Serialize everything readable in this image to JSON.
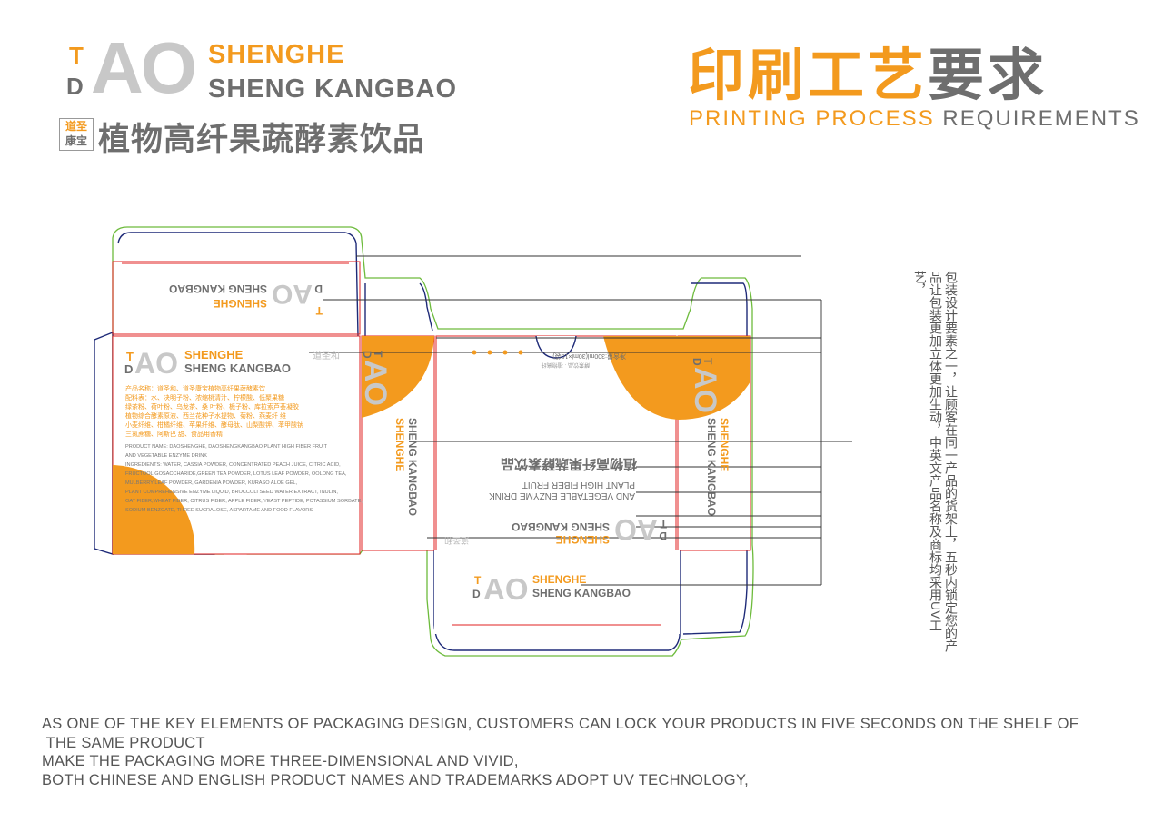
{
  "header": {
    "logo": {
      "t": "T",
      "d": "D",
      "ao": "AO",
      "shenghe": "SHENGHE",
      "kangbao": "SHENG KANGBAO"
    },
    "seal": {
      "top": "道圣",
      "bottom": "康宝"
    },
    "product_name_cn": "植物高纤果蔬酵素饮品"
  },
  "title": {
    "cn_part1": "印刷工艺",
    "cn_part2": "要求",
    "en_part1": "PRINTING PROCESS",
    "en_part2": " REQUIREMENTS"
  },
  "note_cn": "包装设计要素之一，让顾客在同一产品的货架上，五秒内锁定您的产品让包装更加立体更加生动，中英文产品名称及商标均采用UV工艺，",
  "box": {
    "side_panel": {
      "t": "T",
      "d": "D",
      "ao": "AO",
      "shenghe": "SHENGHE",
      "kangbao": "SHENG KANGBAO",
      "brand_small": "道圣和",
      "cn_lines": [
        "产品名称：道圣和、道圣康宝植物高纤果蔬酵素饮",
        "配料表：水、决明子粉、浓缩桃清汁、柠檬酸、低聚果糖",
        "绿茶粉、荷叶粉、乌龙茶、桑 叶粉、栀子粉、库拉索芦荟凝胶",
        "植物综合酵素原液、西兰花种子水提物、菊粉、燕麦纤 维",
        "小麦纤维、柑橘纤维、苹果纤维、酵母肽、山梨酸钾、苯甲酸钠",
        "三氯蔗糖、阿斯巴 甜、食品用香精"
      ],
      "en_lines": [
        "PRODUCT NAME: DAOSHENGHE, DAOSHENGKANGBAO PLANT HIGH FIBER FRUIT",
        "AND VEGETABLE ENZYME DRINK",
        "INGREDIENTS: WATER, CASSIA POWDER, CONCENTRATED PEACH JUICE, CITRIC ACID,",
        "FRUCTOOLIGOSACCHARIDE,GREEN TEA POWDER, LOTUS LEAF POWDER, OOLONG TEA,",
        "MULBERRY LEAF POWDER, GARDENIA POWDER, KURASO ALOE GEL,",
        "PLANT COMPREHENSIVE ENZYME LIQUID, BROCCOLI SEED WATER EXTRACT, INULIN,",
        "OAT FIBER,WHEAT FIBER, CITRUS FIBER, APPLE FIBER, YEAST PEPTIDE, POTASSIUM SORBATE,",
        "SODIUM BENZOATE, THREE SUCRALOSE, ASPARTAME AND FOOD FLAVORS"
      ]
    },
    "front": {
      "net": "净含量:300ml(30ml×10袋)",
      "cn_name": "植物高纤果蔬酵素饮品",
      "en_line1": "PLANT HIGH FIBER FRUIT",
      "en_line2": "AND VEGETABLE ENZYME DRINK",
      "brand_small": "道圣和",
      "small_label": "酵素饮品 · 植物高纤"
    }
  },
  "bottom_text": [
    "AS ONE OF THE KEY ELEMENTS OF PACKAGING DESIGN, CUSTOMERS CAN LOCK YOUR PRODUCTS IN FIVE SECONDS ON THE SHELF OF",
    " THE SAME PRODUCT",
    "MAKE THE PACKAGING MORE THREE-DIMENSIONAL AND VIVID,",
    "BOTH CHINESE AND ENGLISH PRODUCT NAMES AND TRADEMARKS ADOPT UV TECHNOLOGY,"
  ],
  "colors": {
    "accent": "#f39a1e",
    "gray": "#6e6e6e",
    "light_gray": "#c8c8c8",
    "cut_line": "#1e2a78",
    "crease_line": "#e02020",
    "bleed_line": "#6dbb3c"
  }
}
